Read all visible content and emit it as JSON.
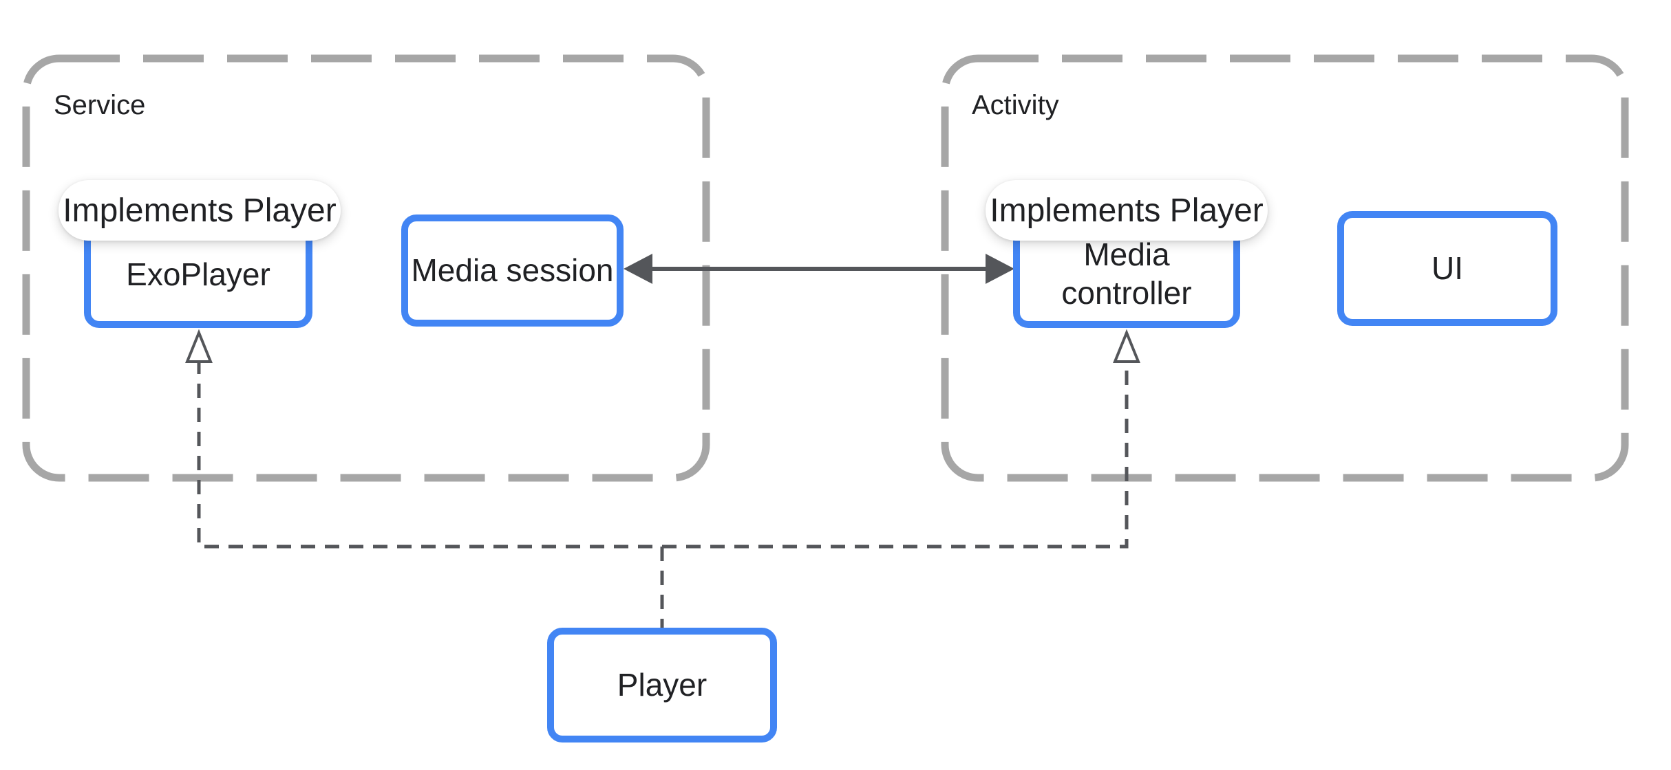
{
  "containers": {
    "service": {
      "label": "Service"
    },
    "activity": {
      "label": "Activity"
    }
  },
  "boxes": {
    "exoplayer": {
      "label": "ExoPlayer"
    },
    "media_session": {
      "label": "Media session"
    },
    "media_controller": {
      "label": "Media controller"
    },
    "ui": {
      "label": "UI"
    },
    "player": {
      "label": "Player"
    }
  },
  "badges": {
    "service_implements_player": {
      "label": "Implements Player"
    },
    "activity_implements_player": {
      "label": "Implements Player"
    }
  },
  "connections": {
    "session_controller": {
      "type": "solid-double-arrow",
      "from": "media_session",
      "to": "media_controller"
    },
    "player_exoplayer": {
      "type": "dashed-open-arrow",
      "from": "player",
      "to": "exoplayer"
    },
    "player_media_controller": {
      "type": "dashed-open-arrow",
      "from": "player",
      "to": "media_controller"
    }
  },
  "colors": {
    "box_border_blue": "#4285F4",
    "container_dash_gray": "#A6A6A6",
    "connector_dark_gray": "#54565A",
    "text": "#202124",
    "background": "#FFFFFF"
  }
}
